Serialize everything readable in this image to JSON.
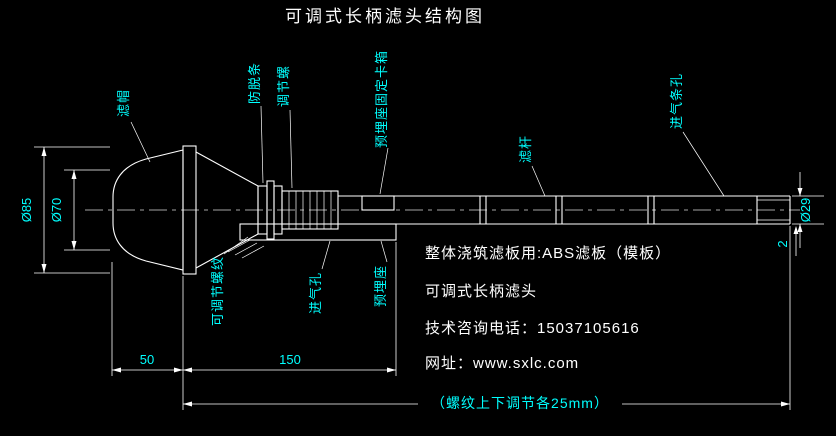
{
  "title": "可调式长柄滤头结构图",
  "colors": {
    "background": "#000000",
    "line": "#ffffff",
    "dimension_text": "#00ffff"
  },
  "part_labels": {
    "filter_cap": "滤帽",
    "anti_drop_strip": "防脱条",
    "adjust_screw": "调节螺",
    "embed_seat_clamp": "预埋座固定卡箱",
    "filter_rod": "滤杆",
    "air_slot_holes": "进气条孔",
    "adjustable_thread": "可调节螺纹",
    "air_hole": "进气孔",
    "embed_seat": "预埋座"
  },
  "dimensions": {
    "dia_85": "Ø85",
    "dia_70": "Ø70",
    "dia_29": "Ø29",
    "wall_2": "2",
    "len_50": "50",
    "len_150": "150",
    "thread_note": "（螺纹上下调节各25mm）"
  },
  "notes": {
    "line1": "整体浇筑滤板用:ABS滤板（模板）",
    "line2": "可调式长柄滤头",
    "line3": "技术咨询电话：15037105616",
    "line4": "网址：www.sxlc.com"
  }
}
